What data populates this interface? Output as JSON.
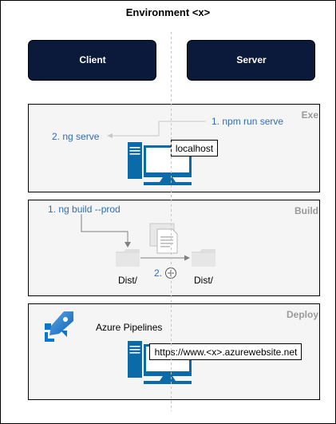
{
  "diagram": {
    "title": "Environment <x>",
    "header": {
      "client_label": "Client",
      "server_label": "Server"
    },
    "exe_panel": {
      "label": "Exe",
      "server_step": "1. npm run serve",
      "client_step": "2. ng serve",
      "host_label": "localhost"
    },
    "build_panel": {
      "label": "Build",
      "client_step": "1. ng build --prod",
      "client_folder": "Dist/",
      "server_step": "2.",
      "server_folder": "Dist/"
    },
    "deploy_panel": {
      "label": "Deploy",
      "service_name": "Azure Pipelines",
      "url": "https://www.<x>.azurewebsite.net"
    }
  },
  "colors": {
    "navy": "#0b1a3a",
    "step_blue": "#2f6db5",
    "panel_fill": "#f5f5f5",
    "panel_label": "#9a9a9a",
    "computer_blue": "#0b6aa8",
    "azure_blue": "#0078d4"
  }
}
